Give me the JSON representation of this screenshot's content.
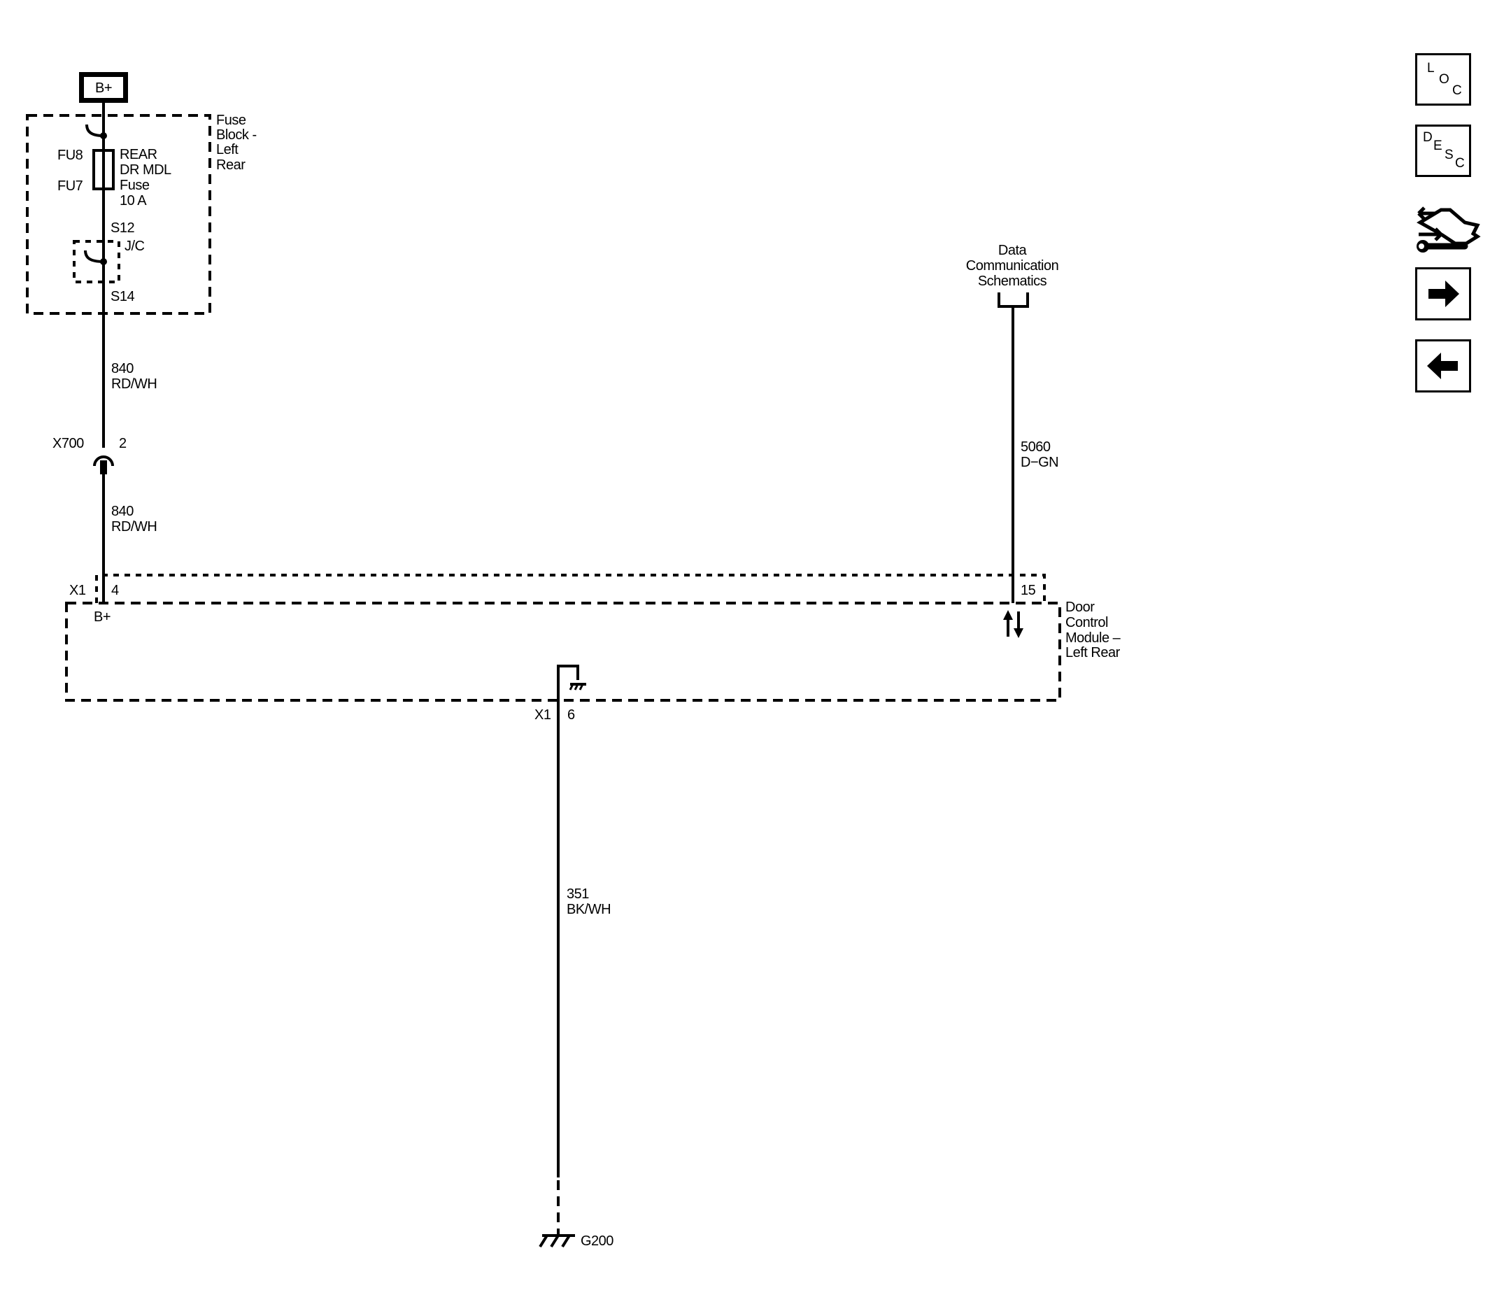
{
  "power": {
    "label": "B+"
  },
  "fuse_block": {
    "name": [
      "Fuse",
      "Block -",
      "Left",
      "Rear"
    ]
  },
  "fuse": {
    "id_top": "FU8",
    "id_bottom": "FU7",
    "name": [
      "REAR",
      "DR MDL",
      "Fuse",
      "10 A"
    ]
  },
  "splice_top": "S12",
  "jumper": "J/C",
  "splice_bottom": "S14",
  "wire_upper": {
    "circuit": "840",
    "color": "RD/WH"
  },
  "inline_connector": {
    "id": "X700",
    "pin": "2"
  },
  "wire_lower": {
    "circuit": "840",
    "color": "RD/WH"
  },
  "data_comm": {
    "ref": [
      "Data",
      "Communication",
      "Schematics"
    ]
  },
  "wire_data": {
    "circuit": "5060",
    "color": "D−GN"
  },
  "module": {
    "name": [
      "Door",
      "Control",
      "Module –",
      "Left Rear"
    ],
    "connector": "X1",
    "pin_power": "4",
    "pin_data": "15",
    "power_label": "B+",
    "ground_connector": "X1",
    "ground_pin": "6"
  },
  "wire_ground": {
    "circuit": "351",
    "color": "BK/WH"
  },
  "ground": {
    "id": "G200"
  },
  "nav": {
    "loc": [
      "L",
      "O",
      "C"
    ],
    "desc": [
      "D",
      "E",
      "S",
      "C"
    ]
  }
}
